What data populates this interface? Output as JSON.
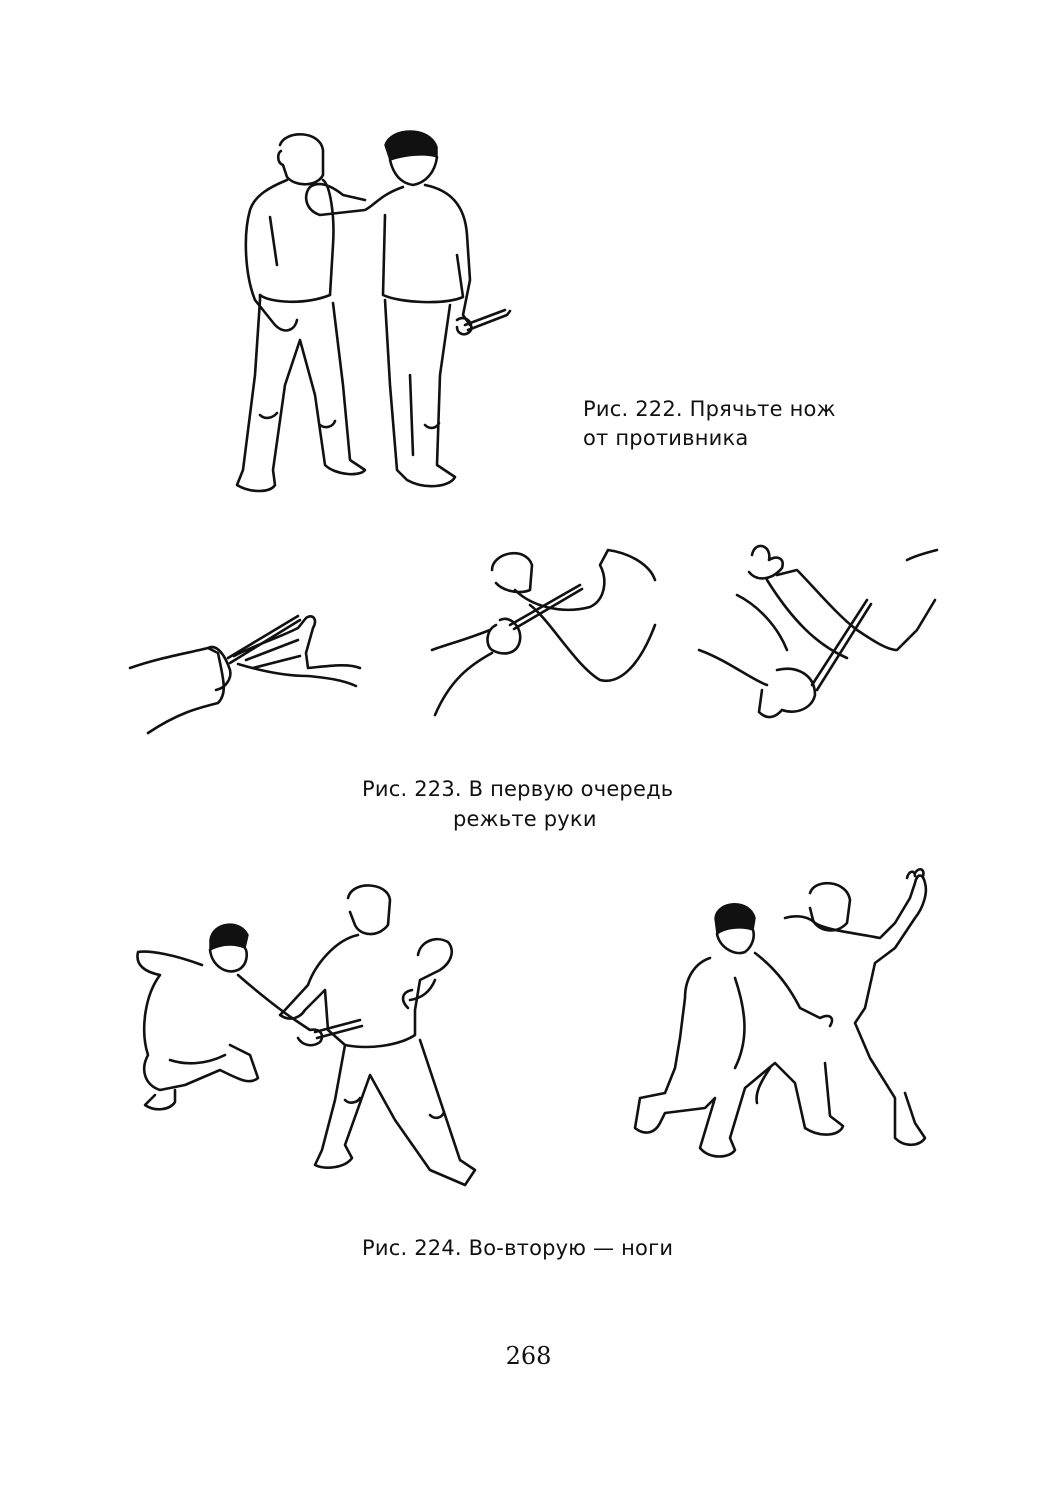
{
  "page": {
    "number": "268"
  },
  "figures": [
    {
      "caption_line1": "Рис. 222. Прячьте нож",
      "caption_line2": "от противника"
    },
    {
      "caption_line1": "Рис. 223. В первую очередь",
      "caption_line2": "режьте руки"
    },
    {
      "caption_line1": "Рис. 224. Во-вторую — ноги"
    }
  ]
}
